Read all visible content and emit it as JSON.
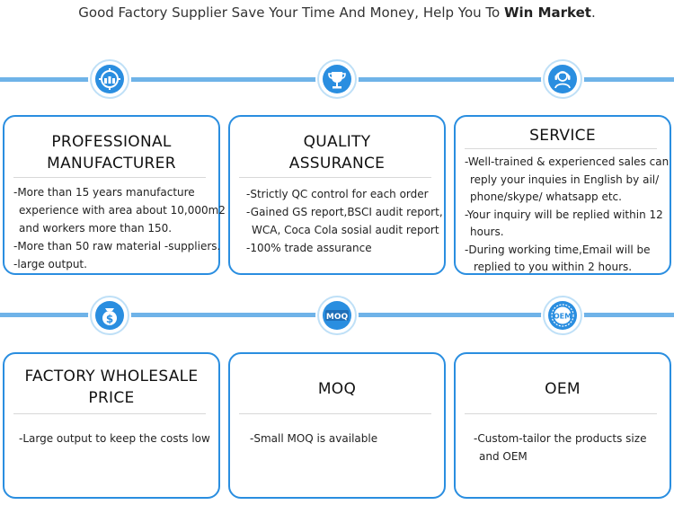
{
  "headline": {
    "prefix": "Good Factory Supplier Save Your Time And Money, Help You To ",
    "emphasis": "Win Market",
    "suffix": "."
  },
  "colors": {
    "accent": "#2a8ee0",
    "band": "#6fb3e8"
  },
  "cards": [
    {
      "icon": "factory-gear-icon",
      "title_lines": [
        "PROFESSIONAL",
        "MANUFACTURER"
      ],
      "lines": [
        "-More than 15 years manufacture",
        "experience with area about 10,000m2",
        "and workers   more than 150.",
        "-More than 50 raw material -suppliers.",
        "-large output."
      ]
    },
    {
      "icon": "trophy-icon",
      "title_lines": [
        "QUALITY",
        "ASSURANCE"
      ],
      "lines": [
        "-Strictly QC control for each order",
        "-Gained GS report,BSCI audit report,",
        "WCA, Coca Cola sosial audit report",
        "-100% trade assurance"
      ]
    },
    {
      "icon": "customer-service-icon",
      "title_lines": [
        "SERVICE"
      ],
      "lines": [
        "-Well-trained & experienced sales can",
        "reply your inquies in English by ail/",
        "phone/skype/ whatsapp etc.",
        "-Your inquiry will be replied within 12",
        "hours.",
        "-During working time,Email will be",
        "replied to you within 2 hours."
      ]
    },
    {
      "icon": "dollar-coin-icon",
      "title_lines": [
        "FACTORY WHOLESALE",
        "PRICE"
      ],
      "lines": [
        "-Large output to keep the costs low"
      ]
    },
    {
      "icon": "moq-badge-icon",
      "icon_text": "MOQ",
      "title_lines": [
        "MOQ"
      ],
      "lines": [
        "-Small MOQ is available"
      ]
    },
    {
      "icon": "oem-badge-icon",
      "icon_text": "OEM",
      "title_lines": [
        "OEM"
      ],
      "lines": [
        "-Custom-tailor the products size",
        "and OEM"
      ]
    }
  ]
}
